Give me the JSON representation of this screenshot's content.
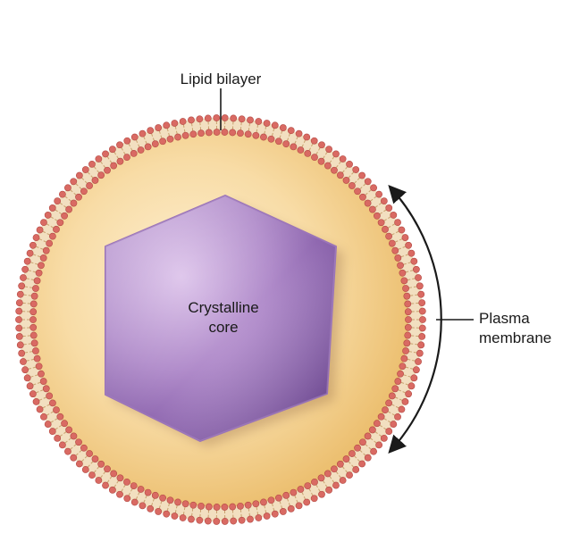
{
  "labels": {
    "lipid_bilayer": "Lipid bilayer",
    "core_line1": "Crystalline",
    "core_line2": "core",
    "plasma_line1": "Plasma",
    "plasma_line2": "membrane"
  },
  "colors": {
    "background": "#ffffff",
    "interior_light": "#fbe7bf",
    "interior_dark": "#ebbd6c",
    "lipid_head": "#d96a63",
    "lipid_head_edge": "#b34a43",
    "lipid_tail": "#c9a16e",
    "core_light": "#d7b8e6",
    "core_mid": "#a97fc4",
    "core_dark": "#6f4597",
    "line": "#1a1a1a"
  }
}
